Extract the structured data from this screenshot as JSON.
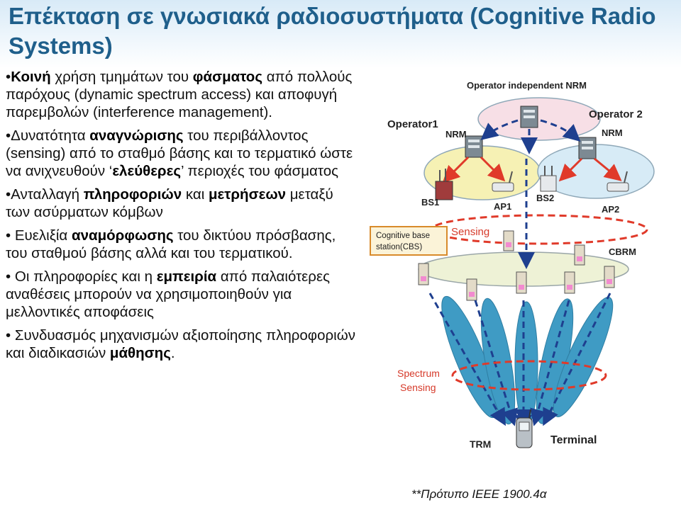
{
  "title": "Επέκταση σε γνωσιακά ραδιοσυστήματα (Cognitive Radio Systems)",
  "bullets": [
    [
      {
        "t": "•"
      },
      {
        "t": "Κοινή",
        "b": true
      },
      {
        "t": " χρήση τμημάτων του "
      },
      {
        "t": "φάσματος",
        "b": true
      },
      {
        "t": " από πολλούς παρόχους (dynamic spectrum access) και αποφυγή παρεμβολών (interference management)."
      }
    ],
    [
      {
        "t": "•Δυνατότητα "
      },
      {
        "t": "αναγνώρισης",
        "b": true
      },
      {
        "t": " του περιβάλλοντος (sensing) από το σταθμό βάσης και το τερματικό ώστε να ανιχνευθούν ‘"
      },
      {
        "t": "ελεύθερες",
        "b": true
      },
      {
        "t": "’ περιοχές του φάσματος"
      }
    ],
    [
      {
        "t": "•Ανταλλαγή "
      },
      {
        "t": "πληροφοριών",
        "b": true
      },
      {
        "t": " και "
      },
      {
        "t": "μετρήσεων",
        "b": true
      },
      {
        "t": " μεταξύ των ασύρματων κόμβων"
      }
    ],
    [
      {
        "t": "• Ευελιξία "
      },
      {
        "t": "αναμόρφωσης",
        "b": true
      },
      {
        "t": " του δικτύου πρόσβασης, του σταθμού βάσης αλλά και του τερματικού."
      }
    ],
    [
      {
        "t": "• Οι πληροφορίες και η "
      },
      {
        "t": "εμπειρία",
        "b": true
      },
      {
        "t": " από παλαιότερες αναθέσεις μπορούν να χρησιμοποιηθούν για μελλοντικές αποφάσεις"
      }
    ],
    [
      {
        "t": "• Συνδυασμός μηχανισμών αξιοποίησης πληροφοριών και διαδικασιών "
      },
      {
        "t": "μάθησης",
        "b": true
      },
      {
        "t": "."
      }
    ]
  ],
  "diagram": {
    "operator_independent": "Operator independent NRM",
    "operator1": "Operator1",
    "operator2": "Operator 2",
    "nrm": "NRM",
    "bs1": "BS1",
    "ap1": "AP1",
    "bs2": "BS2",
    "ap2": "AP2",
    "sensing": "Sensing",
    "cbs_line1": "Cognitive base",
    "cbs_line2": "station(CBS)",
    "cbrm": "CBRM",
    "spectrum1": "Spectrum",
    "spectrum2": "Sensing",
    "trm": "TRM",
    "terminal": "Terminal"
  },
  "footnote": "**Πρότυπο IEEE 1900.4α",
  "colors": {
    "title": "#1f5f8b",
    "beam": "#3f9bc4",
    "dash_arrow": "#1e3f8f",
    "sensing_ring": "#e03a2a",
    "sensing_text": "#d63a2a",
    "pink_ellipse": "#f7dfe6",
    "yellow_ellipse": "#f6f1b4",
    "blue_ellipse": "#d7ebf6",
    "cbrm_ellipse": "#eef2d6"
  }
}
